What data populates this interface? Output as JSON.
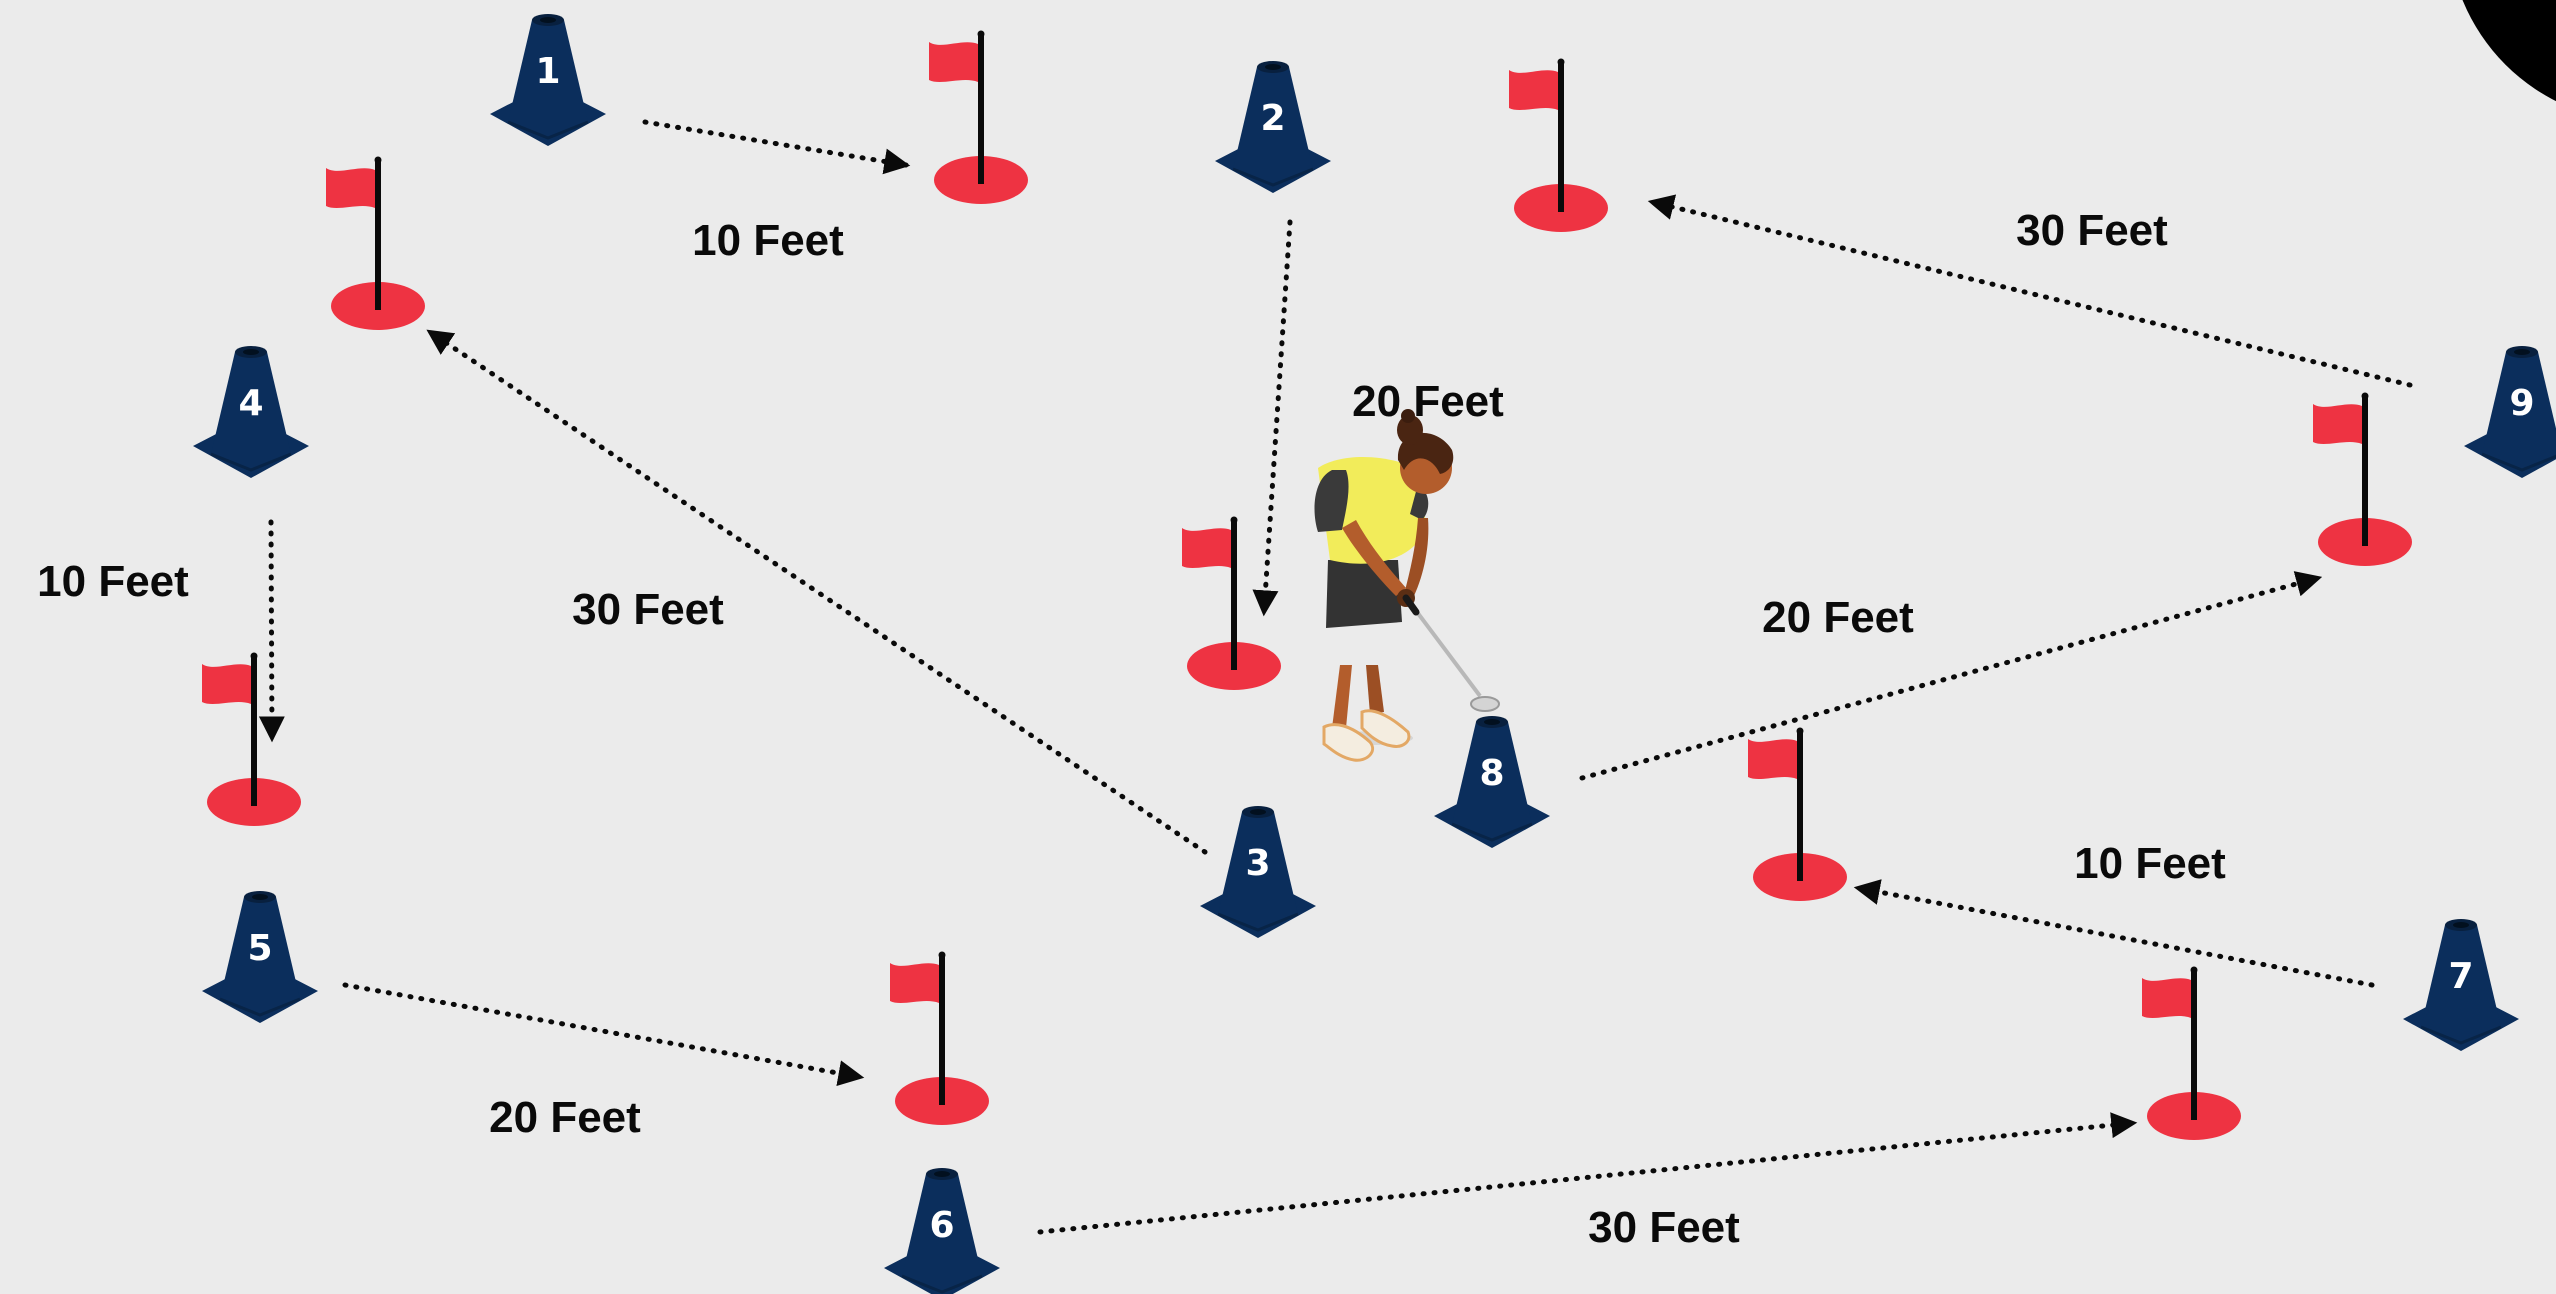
{
  "diagram": {
    "cones": [
      {
        "number": "1"
      },
      {
        "number": "2"
      },
      {
        "number": "3"
      },
      {
        "number": "4"
      },
      {
        "number": "5"
      },
      {
        "number": "6"
      },
      {
        "number": "7"
      },
      {
        "number": "8"
      },
      {
        "number": "9"
      }
    ],
    "distances": [
      {
        "label": "10 Feet"
      },
      {
        "label": "20 Feet"
      },
      {
        "label": "30 Feet"
      },
      {
        "label": "10 Feet"
      },
      {
        "label": "30 Feet"
      },
      {
        "label": "20 Feet"
      },
      {
        "label": "30 Feet"
      },
      {
        "label": "10 Feet"
      },
      {
        "label": "20 Feet"
      }
    ]
  },
  "colors": {
    "background": "#ebebeb",
    "cone": "#0b2e5c",
    "flag": "#ee3342",
    "hole": "#ee3342",
    "arrow": "#0a0a0a",
    "shirt": "#f2ec5a",
    "skin": "#b35d2c"
  },
  "icons": [
    "traffic-cone-icon",
    "golf-flag-icon",
    "golfer-figure"
  ]
}
